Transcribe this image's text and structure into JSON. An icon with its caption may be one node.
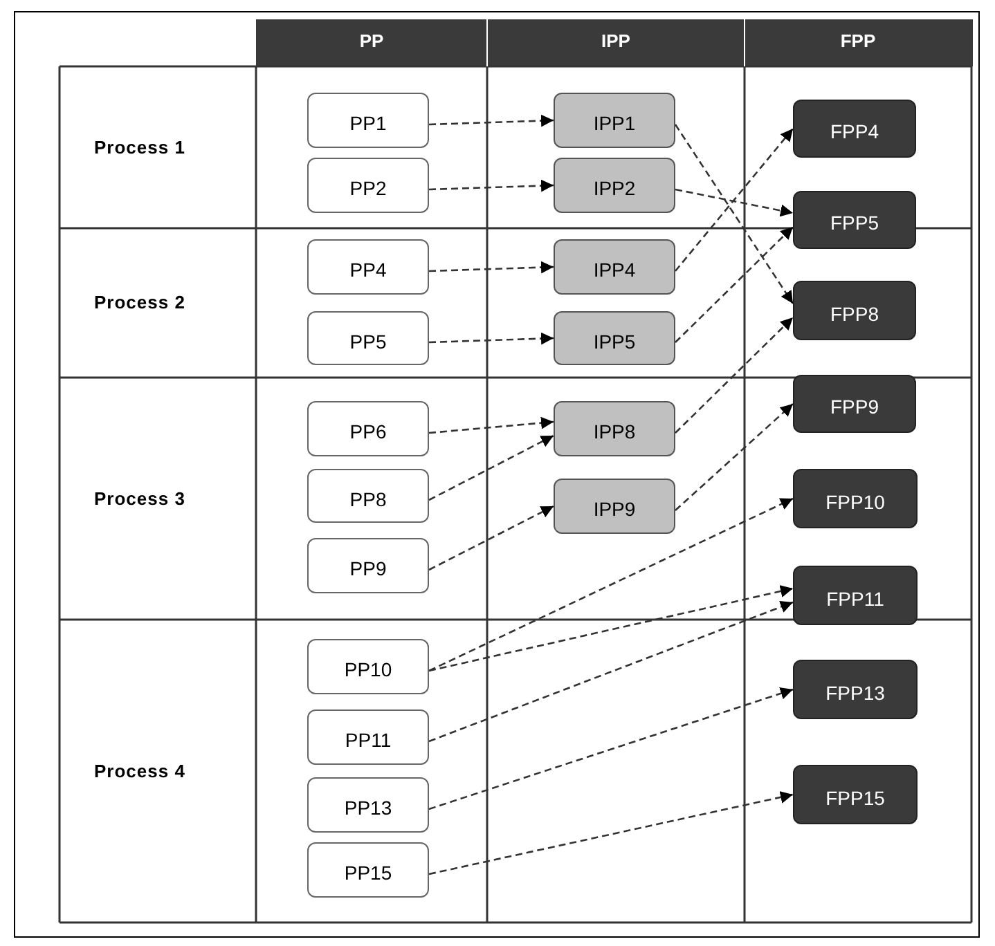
{
  "diagram": {
    "nodes": [
      {
        "text": [
          "PP1"
        ]
      },
      {
        "text": [
          "IPP1"
        ]
      },
      {
        "text": [
          "FPP4"
        ]
      },
      {
        "text": [
          "PP2"
        ]
      },
      {
        "text": [
          "IPP2"
        ]
      },
      {
        "text": [
          "FPP5"
        ]
      },
      {
        "text": [
          "PP4"
        ]
      },
      {
        "text": [
          "IPP4"
        ]
      },
      {
        "text": [
          "FPP8"
        ]
      },
      {
        "text": [
          "PP5"
        ]
      },
      {
        "text": [
          "IPP5"
        ]
      },
      {
        "text": [
          "PP6"
        ]
      },
      {
        "text": [
          "IPP8"
        ]
      },
      {
        "text": [
          "FPP9"
        ]
      },
      {
        "text": [
          "PP8"
        ]
      },
      {
        "text": [
          "IPP9"
        ]
      },
      {
        "text": [
          "FPP10"
        ]
      },
      {
        "text": [
          "PP9"
        ]
      },
      {
        "text": [
          "FPP11"
        ]
      },
      {
        "text": [
          "PP10"
        ]
      },
      {
        "text": [
          "PP11"
        ]
      },
      {
        "text": [
          "FPP13"
        ]
      },
      {
        "text": [
          "PP13"
        ]
      },
      {
        "text": [
          "FPP15"
        ]
      },
      {
        "text": [
          "PP15"
        ]
      }
    ],
    "edges": [
      {
        "from": 0,
        "to": 1,
        "arrow": "to",
        "style": "dashed"
      },
      {
        "from": 3,
        "to": 4,
        "arrow": "to",
        "style": "dashed"
      },
      {
        "from": 6,
        "to": 7,
        "arrow": "to",
        "style": "dashed"
      },
      {
        "from": 9,
        "to": 10,
        "arrow": "to",
        "style": "dashed"
      },
      {
        "from": 11,
        "to": 12,
        "arrow": "to",
        "style": "dashed"
      },
      {
        "from": 14,
        "to": 12,
        "arrow": "to",
        "style": "dashed"
      },
      {
        "from": 17,
        "to": 15,
        "arrow": "to",
        "style": "dashed"
      },
      {
        "from": 1,
        "to": 8,
        "arrow": "to",
        "style": "dashed"
      },
      {
        "from": 4,
        "to": 5,
        "arrow": "to",
        "style": "dashed"
      },
      {
        "from": 7,
        "to": 2,
        "arrow": "to",
        "style": "dashed"
      },
      {
        "from": 10,
        "to": 5,
        "arrow": "to",
        "style": "dashed"
      },
      {
        "from": 12,
        "to": 8,
        "arrow": "to",
        "style": "dashed"
      },
      {
        "from": 15,
        "to": 13,
        "arrow": "to",
        "style": "dashed"
      },
      {
        "from": 19,
        "to": 16,
        "arrow": "to",
        "style": "dashed"
      },
      {
        "from": 19,
        "to": 18,
        "arrow": "to",
        "style": "dashed"
      },
      {
        "from": 20,
        "to": 18,
        "arrow": "to",
        "style": "dashed"
      },
      {
        "from": 22,
        "to": 21,
        "arrow": "to",
        "style": "dashed"
      },
      {
        "from": 24,
        "to": 23,
        "arrow": "to",
        "style": "dashed"
      }
    ],
    "labels": [
      "PP",
      "IPP",
      "FPP",
      "Process 1",
      "Process 2",
      "Process 3",
      "Process 4"
    ]
  }
}
